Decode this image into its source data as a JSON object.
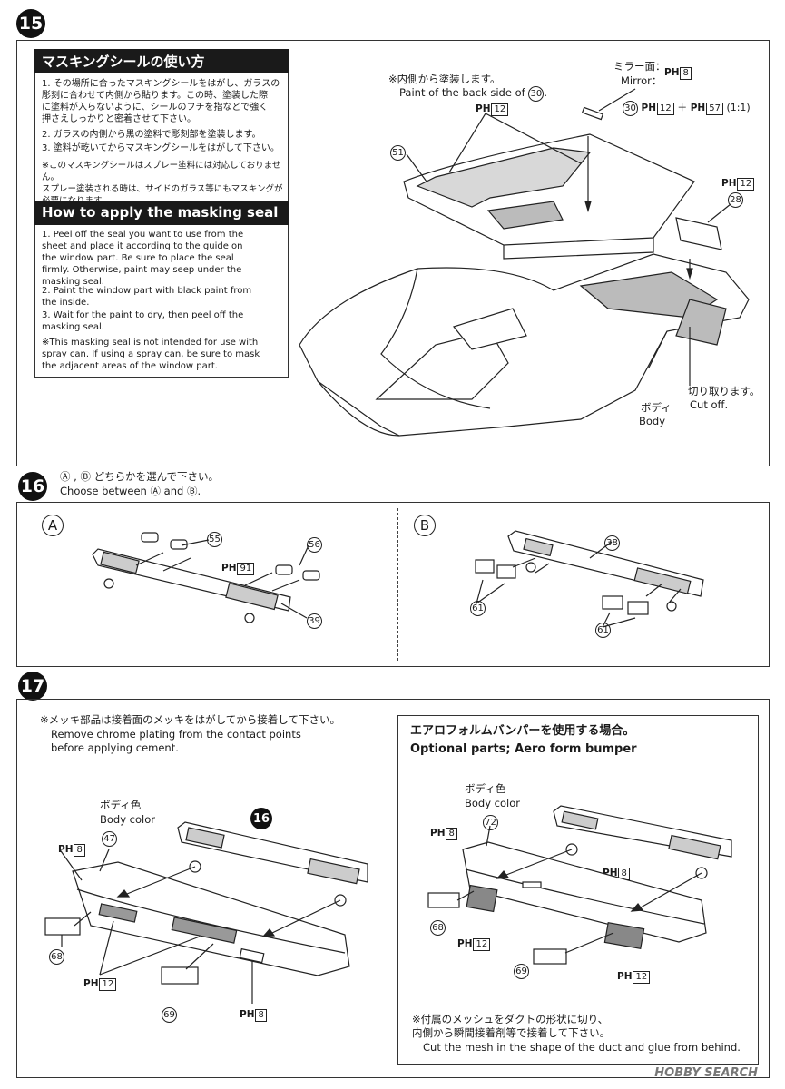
{
  "step15": {
    "number": "15",
    "heading_jp": "マスキングシールの使い方",
    "jp_items": [
      "1. その場所に合ったマスキングシールをはがし、ガラスの\n   彫刻に合わせて内側から貼ります。この時、塗装した際\n   に塗料が入らないように、シールのフチを指などで強く\n   押さえしっかりと密着させて下さい。",
      "2. ガラスの内側から黒の塗料で彫刻部を塗装します。",
      "3. 塗料が乾いてからマスキングシールをはがして下さい。"
    ],
    "jp_note": "※このマスキングシールはスプレー塗料には対応しておりません。\n   スプレー塗装される時は、サイドのガラス等にもマスキングが\n   必要になります。",
    "heading_en": "How to apply the masking seal",
    "en_items": [
      "1. Peel off the seal you want to use from the\n   sheet and place it according to the guide on\n   the window part. Be sure to place the seal\n   firmly. Otherwise, paint may seep under the\n   masking seal.",
      "2. Paint the window part with black paint from\n   the inside.",
      "3. Wait for the paint to dry, then peel off the\n   masking seal."
    ],
    "en_note": "※This masking seal is not intended for use with\n   spray can. If using a spray can, be sure to mask\n   the adjacent areas of the window part.",
    "back_note_jp": "※内側から塗装します。",
    "back_note_en_pre": "Paint of the back side of",
    "back_note_en_num": "30",
    "mirror_jp": "ミラー面：",
    "mirror_en": "Mirror：",
    "ph_prefix": "PH",
    "mirror_ph": "8",
    "part30": "30",
    "mix_ph_a": "12",
    "mix_plus": "＋",
    "mix_ph_b": "57",
    "mix_ratio": "(1:1)",
    "ph12_top": "12",
    "part51": "51",
    "ph12_right": "12",
    "part28": "28",
    "cut_jp": "切り取ります。",
    "cut_en": "Cut off.",
    "body_jp": "ボディ",
    "body_en": "Body"
  },
  "step16": {
    "number": "16",
    "choose_jp": "Ⓐ , Ⓑ どちらかを選んで下さい。",
    "choose_en": "Choose between Ⓐ and Ⓑ.",
    "A": {
      "letter": "A",
      "part55": "55",
      "ph": "91",
      "part56": "56",
      "part39": "39"
    },
    "B": {
      "letter": "B",
      "part38": "38",
      "part61a": "61",
      "part61b": "61"
    }
  },
  "step17": {
    "number": "17",
    "note_jp": "※メッキ部品は接着面のメッキをはがしてから接着して下さい。",
    "note_en": "Remove chrome plating from the contact points\nbefore applying cement.",
    "bodycolor_jp": "ボディ色",
    "bodycolor_en": "Body color",
    "part47": "47",
    "ref16": "16",
    "ph8_left": "8",
    "part68": "68",
    "ph12": "12",
    "part69": "69",
    "ph8_bottom": "8",
    "aero_jp": "エアロフォルムバンパーを使用する場合。",
    "aero_en": "Optional parts; Aero form bumper",
    "aero_bodycolor_jp": "ボディ色",
    "aero_bodycolor_en": "Body color",
    "aero_part72": "72",
    "aero_ph8_left": "8",
    "aero_ph8_right": "8",
    "aero_part68": "68",
    "aero_ph12_a": "12",
    "aero_part69": "69",
    "aero_ph12_b": "12",
    "mesh_jp": "※付属のメッシュをダクトの形状に切り、\n   内側から瞬間接着剤等で接着して下さい。",
    "mesh_en": "Cut the mesh in the shape of the duct and glue from behind."
  },
  "footer": "HOBBY SEARCH"
}
